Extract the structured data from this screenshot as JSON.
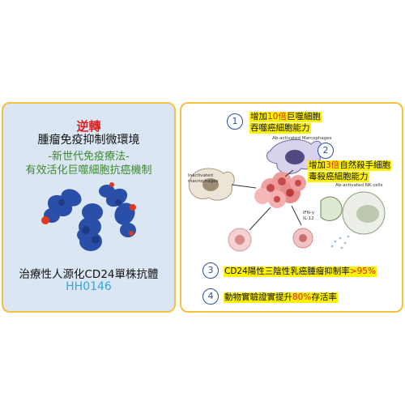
{
  "left_panel": {
    "line1": "逆轉",
    "line2": "腫瘤免疫抑制微環境",
    "line3": "-新世代免疫療法-",
    "line4": "有效活化巨噬細胞抗癌機制",
    "drug_name": "治療性人源化CD24單株抗體",
    "drug_code": "HH0146"
  },
  "right_panel": {
    "points": [
      {
        "number": "1",
        "line1_pre": "增加",
        "line1_hl": "10倍",
        "line1_post": "巨噬細胞",
        "line2": "吞噬癌細胞能力"
      },
      {
        "number": "2",
        "line1_pre": "增加",
        "line1_hl": "3倍",
        "line1_post": "自然殺手細胞",
        "line2": "毒殺癌細胞能力"
      },
      {
        "number": "3",
        "pre": "CD24陽性三陰性乳癌腫瘤抑制率",
        "hl": ">95%"
      },
      {
        "number": "4",
        "pre": "動物實驗證實提升",
        "hl": "80%",
        "post": "存活率"
      }
    ],
    "diagram_labels": {
      "activated_macrophages": "Ab-activated Marcophages",
      "inactivated": "Inactivated",
      "macrophages": "macrophages",
      "nk_cells": "Ab-activated NK cells",
      "ifn": "IFN-γ",
      "il12": "IL-12"
    }
  },
  "colors": {
    "border": "#f2c33d",
    "left_bg": "#dae6f3",
    "red": "#e01f1f",
    "green": "#3c8a2c",
    "code_blue": "#33a6db",
    "highlight": "#fff200",
    "antibody": "#2a4fa8"
  }
}
